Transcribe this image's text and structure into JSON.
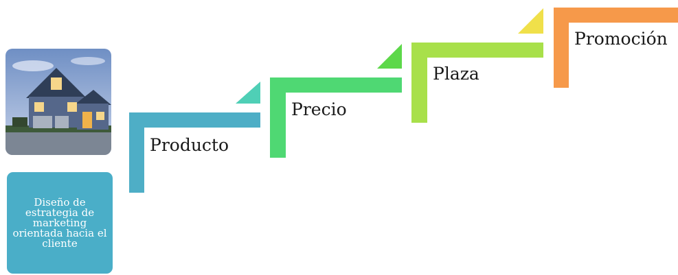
{
  "info_box": {
    "text": "Diseño de estrategia de marketing orientada hacia el cliente",
    "color": "#4aaec8"
  },
  "photo": {
    "icon": "house-photo"
  },
  "steps": [
    {
      "label": "Producto",
      "color": "#4eaec6",
      "accent": "#4fcfb6"
    },
    {
      "label": "Precio",
      "color": "#4fd873",
      "accent": "#5dd84a"
    },
    {
      "label": "Plaza",
      "color": "#a8e04a",
      "accent": "#b4e44a"
    },
    {
      "label": "Promoción",
      "color": "#f6994a",
      "accent": "#f0e04a"
    }
  ]
}
